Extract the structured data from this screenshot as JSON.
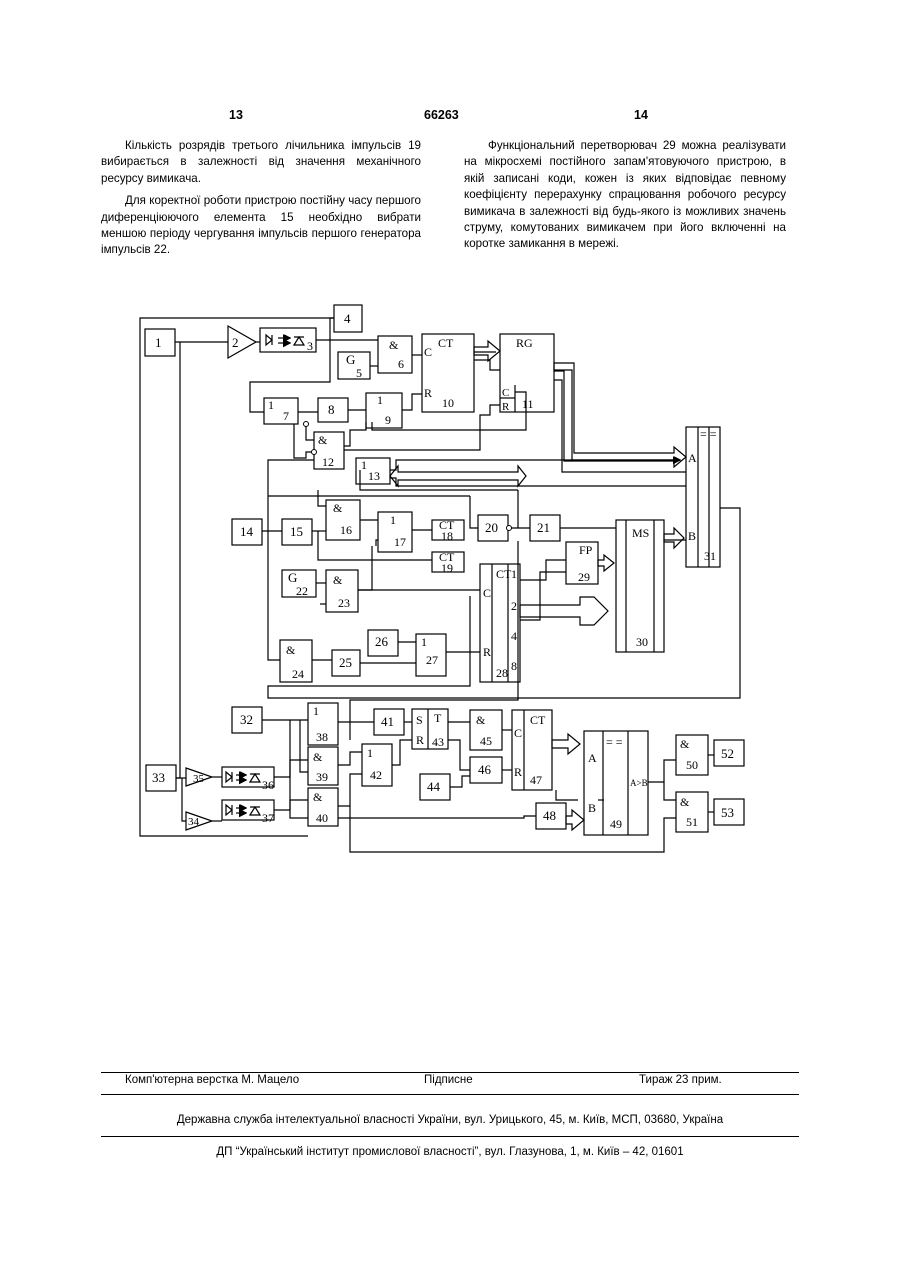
{
  "header": {
    "page_left": "13",
    "patent_number": "66263",
    "page_right": "14"
  },
  "left_column": [
    "Кількість розрядів третього лічильника імпульсів 19 вибирається в залежності від значення механічного ресурсу вимикача.",
    "Для коректної роботи пристрою постійну часу першого диференціюючого елемента 15 необхідно вибрати меншою періоду чергування імпульсів першого генератора імпульсів 22."
  ],
  "right_column": [
    "Функціональний перетворювач 29 можна реалізувати на мікросхемі постійного запам'ятовуючого пристрою, в якій записані коди, кожен із яких відповідає певному коефіцієнту перерахунку спрацювання робочого ресурсу вимикача в залежності від будь-якого із можливих значень струму, комутованих вимикачем при його включенні на коротке замикання в мережі."
  ],
  "diagram": {
    "blocks": [
      {
        "id": "1",
        "text": "1"
      },
      {
        "id": "2",
        "text": "2"
      },
      {
        "id": "3",
        "text": "3"
      },
      {
        "id": "4",
        "text": "4"
      },
      {
        "id": "5",
        "text": "5",
        "sym": "G"
      },
      {
        "id": "6",
        "text": "6",
        "sym": "&"
      },
      {
        "id": "7",
        "text": "7",
        "sym": "1"
      },
      {
        "id": "8",
        "text": "8"
      },
      {
        "id": "9",
        "text": "9",
        "sym": "1"
      },
      {
        "id": "10",
        "text": "10",
        "sym": "CT",
        "pins": [
          "C",
          "R"
        ]
      },
      {
        "id": "11",
        "text": "11",
        "sym": "RG",
        "pins": [
          "C",
          "R"
        ]
      },
      {
        "id": "12",
        "text": "12",
        "sym": "&"
      },
      {
        "id": "13",
        "text": "13",
        "sym": "1"
      },
      {
        "id": "14",
        "text": "14"
      },
      {
        "id": "15",
        "text": "15"
      },
      {
        "id": "16",
        "text": "16",
        "sym": "&"
      },
      {
        "id": "17",
        "text": "17",
        "sym": "1"
      },
      {
        "id": "18",
        "text": "18",
        "sym": "CT"
      },
      {
        "id": "19",
        "text": "19",
        "sym": "CT"
      },
      {
        "id": "20",
        "text": "20"
      },
      {
        "id": "21",
        "text": "21"
      },
      {
        "id": "22",
        "text": "22",
        "sym": "G"
      },
      {
        "id": "23",
        "text": "23",
        "sym": "&"
      },
      {
        "id": "24",
        "text": "24",
        "sym": "&"
      },
      {
        "id": "25",
        "text": "25"
      },
      {
        "id": "26",
        "text": "26"
      },
      {
        "id": "27",
        "text": "27",
        "sym": "1"
      },
      {
        "id": "28",
        "text": "28",
        "sym": "CT",
        "pins": [
          "C",
          "R",
          "1",
          "2",
          "4",
          "8"
        ]
      },
      {
        "id": "29",
        "text": "29",
        "sym": "FP"
      },
      {
        "id": "30",
        "text": "30",
        "sym": "MS"
      },
      {
        "id": "31",
        "text": "31",
        "sym": "= =",
        "pins": [
          "A",
          "B"
        ]
      },
      {
        "id": "32",
        "text": "32"
      },
      {
        "id": "33",
        "text": "33"
      },
      {
        "id": "34",
        "text": "34"
      },
      {
        "id": "35",
        "text": "35"
      },
      {
        "id": "36",
        "text": "36"
      },
      {
        "id": "37",
        "text": "37"
      },
      {
        "id": "38",
        "text": "38",
        "sym": "1"
      },
      {
        "id": "39",
        "text": "39",
        "sym": "&"
      },
      {
        "id": "40",
        "text": "40",
        "sym": "&"
      },
      {
        "id": "41",
        "text": "41"
      },
      {
        "id": "42",
        "text": "42",
        "sym": "1"
      },
      {
        "id": "43",
        "text": "43",
        "sym": "T",
        "pins": [
          "S",
          "R"
        ]
      },
      {
        "id": "44",
        "text": "44"
      },
      {
        "id": "45",
        "text": "45",
        "sym": "&"
      },
      {
        "id": "46",
        "text": "46"
      },
      {
        "id": "47",
        "text": "47",
        "sym": "CT",
        "pins": [
          "C",
          "R"
        ]
      },
      {
        "id": "48",
        "text": "48"
      },
      {
        "id": "49",
        "text": "49",
        "sym": "= =",
        "pins": [
          "A",
          "B",
          "A>B"
        ]
      },
      {
        "id": "50",
        "text": "50",
        "sym": "&"
      },
      {
        "id": "51",
        "text": "51",
        "sym": "&"
      },
      {
        "id": "52",
        "text": "52"
      },
      {
        "id": "53",
        "text": "53"
      }
    ]
  },
  "footer": {
    "typesetting": "Комп'ютерна верстка М. Мацело",
    "signed": "Підписне",
    "circulation": "Тираж 23 прим.",
    "service": "Державна служба інтелектуальної власності України, вул. Урицького, 45, м. Київ, МСП, 03680, Україна",
    "institute": "ДП “Український інститут промислової власності”, вул. Глазунова, 1, м. Київ – 42, 01601"
  }
}
